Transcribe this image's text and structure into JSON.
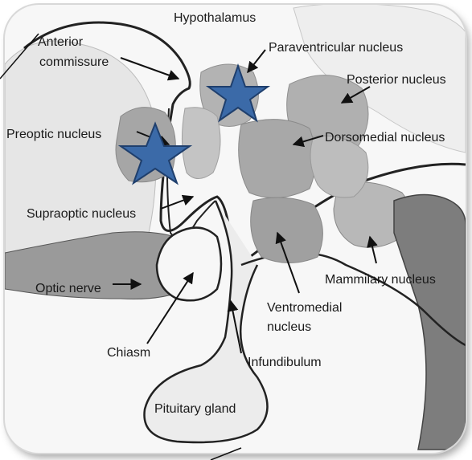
{
  "labels": {
    "hypothalamus": "Hypothalamus",
    "anterior_commissure_1": "Anterior",
    "anterior_commissure_2": "commissure",
    "paraventricular": "Paraventricular nucleus",
    "posterior": "Posterior nucleus",
    "preoptic": "Preoptic nucleus",
    "dorsomedial": "Dorsomedial nucleus",
    "supraoptic": "Supraoptic nucleus",
    "optic_nerve": "Optic nerve",
    "mammilary": "Mammilary nucleus",
    "ventromedial_1": "Ventromedial",
    "ventromedial_2": "nucleus",
    "chiasm": "Chiasm",
    "infundibulum": "Infundibulum",
    "pituitary": "Pituitary gland"
  },
  "markers": [
    {
      "name": "star-icon",
      "color": "#3b6aa8",
      "target": "Paraventricular nucleus"
    },
    {
      "name": "star-icon",
      "color": "#3b6aa8",
      "target": "Preoptic nucleus"
    }
  ]
}
